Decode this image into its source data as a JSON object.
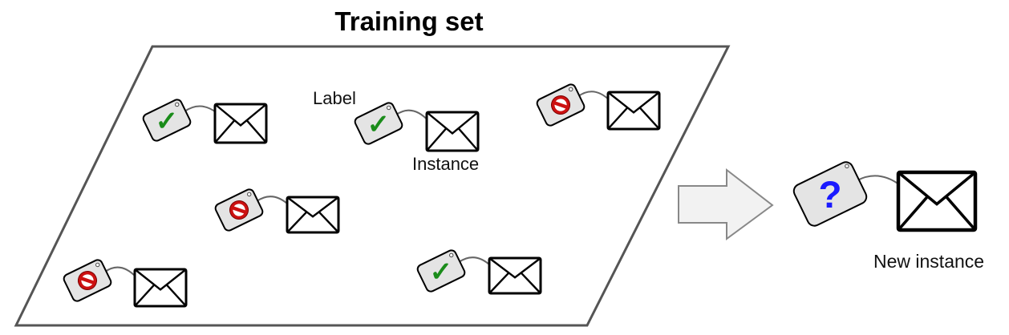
{
  "title": "Training set",
  "annotations": {
    "label": "Label",
    "instance": "Instance",
    "new_instance": "New instance"
  },
  "glyphs": {
    "check": "✓",
    "question": "?"
  },
  "training_examples": [
    {
      "label": "ham"
    },
    {
      "label": "ham"
    },
    {
      "label": "spam"
    },
    {
      "label": "spam"
    },
    {
      "label": "spam"
    },
    {
      "label": "ham"
    }
  ],
  "new_example": {
    "label": "unknown"
  },
  "icons": {
    "envelope": "envelope-icon",
    "ham_tag": "check-tag-icon",
    "spam_tag": "no-entry-tag-icon",
    "unknown_tag": "question-tag-icon",
    "arrow": "right-arrow-icon"
  },
  "colors": {
    "check": "#1a8c1a",
    "no_entry": "#cc1111",
    "question": "#1a1aff",
    "tag_fill": "#e4e4e4",
    "arrow_fill": "#f2f2f2"
  }
}
